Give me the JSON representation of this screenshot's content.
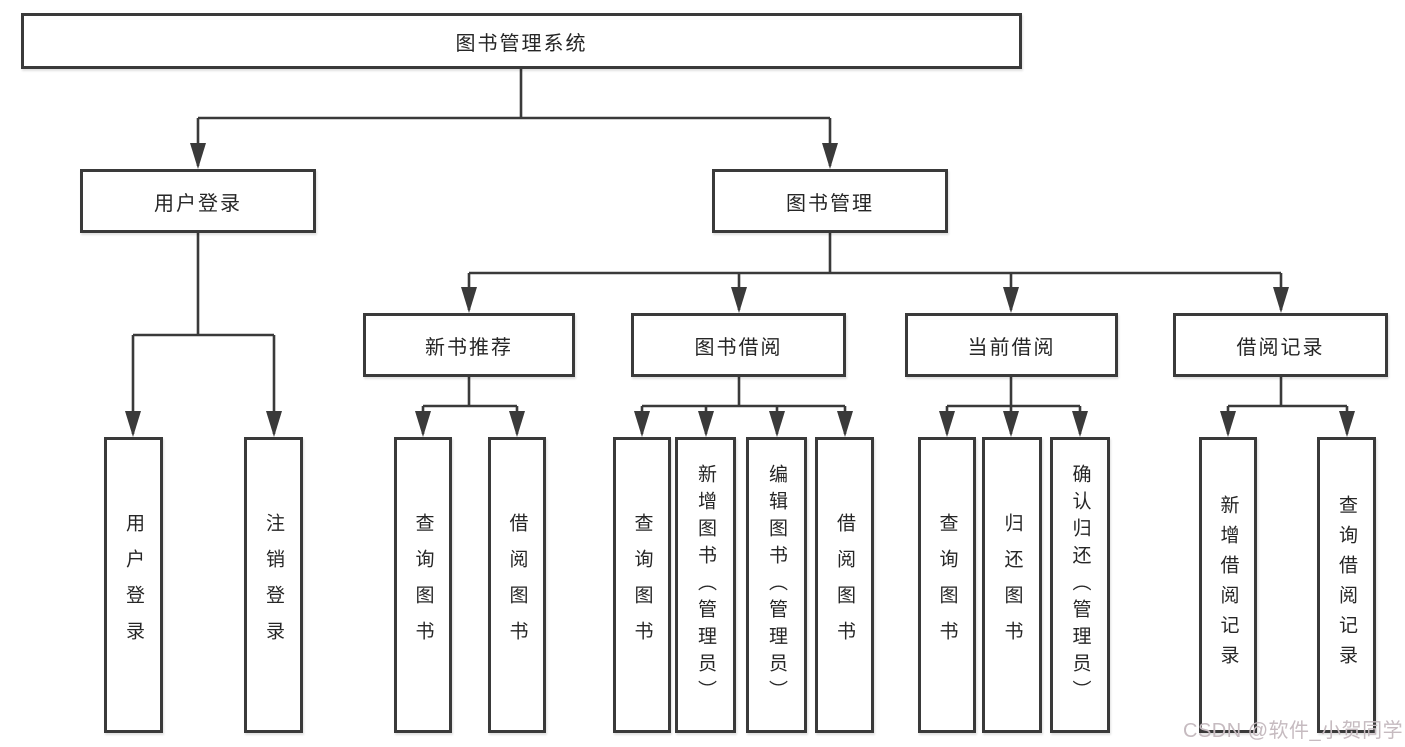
{
  "diagram": {
    "type": "tree",
    "root": {
      "label": "图书管理系统",
      "children": [
        {
          "label": "用户登录",
          "children": [
            {
              "label": "用户登录"
            },
            {
              "label": "注销登录"
            }
          ]
        },
        {
          "label": "图书管理",
          "children": [
            {
              "label": "新书推荐",
              "children": [
                {
                  "label": "查询图书"
                },
                {
                  "label": "借阅图书"
                }
              ]
            },
            {
              "label": "图书借阅",
              "children": [
                {
                  "label": "查询图书"
                },
                {
                  "label": "新增图书（管理员）"
                },
                {
                  "label": "编辑图书（管理员）"
                },
                {
                  "label": "借阅图书"
                }
              ]
            },
            {
              "label": "当前借阅",
              "children": [
                {
                  "label": "查询图书"
                },
                {
                  "label": "归还图书"
                },
                {
                  "label": "确认归还（管理员）"
                }
              ]
            },
            {
              "label": "借阅记录",
              "children": [
                {
                  "label": "新增借阅记录"
                },
                {
                  "label": "查询借阅记录"
                }
              ]
            }
          ]
        }
      ]
    }
  },
  "watermark": {
    "text": "CSDN @软件_小贺同学"
  },
  "colors": {
    "line": "#3a3a3a",
    "text": "#262626",
    "background": "#ffffff",
    "watermark": "#c6bbc0"
  }
}
